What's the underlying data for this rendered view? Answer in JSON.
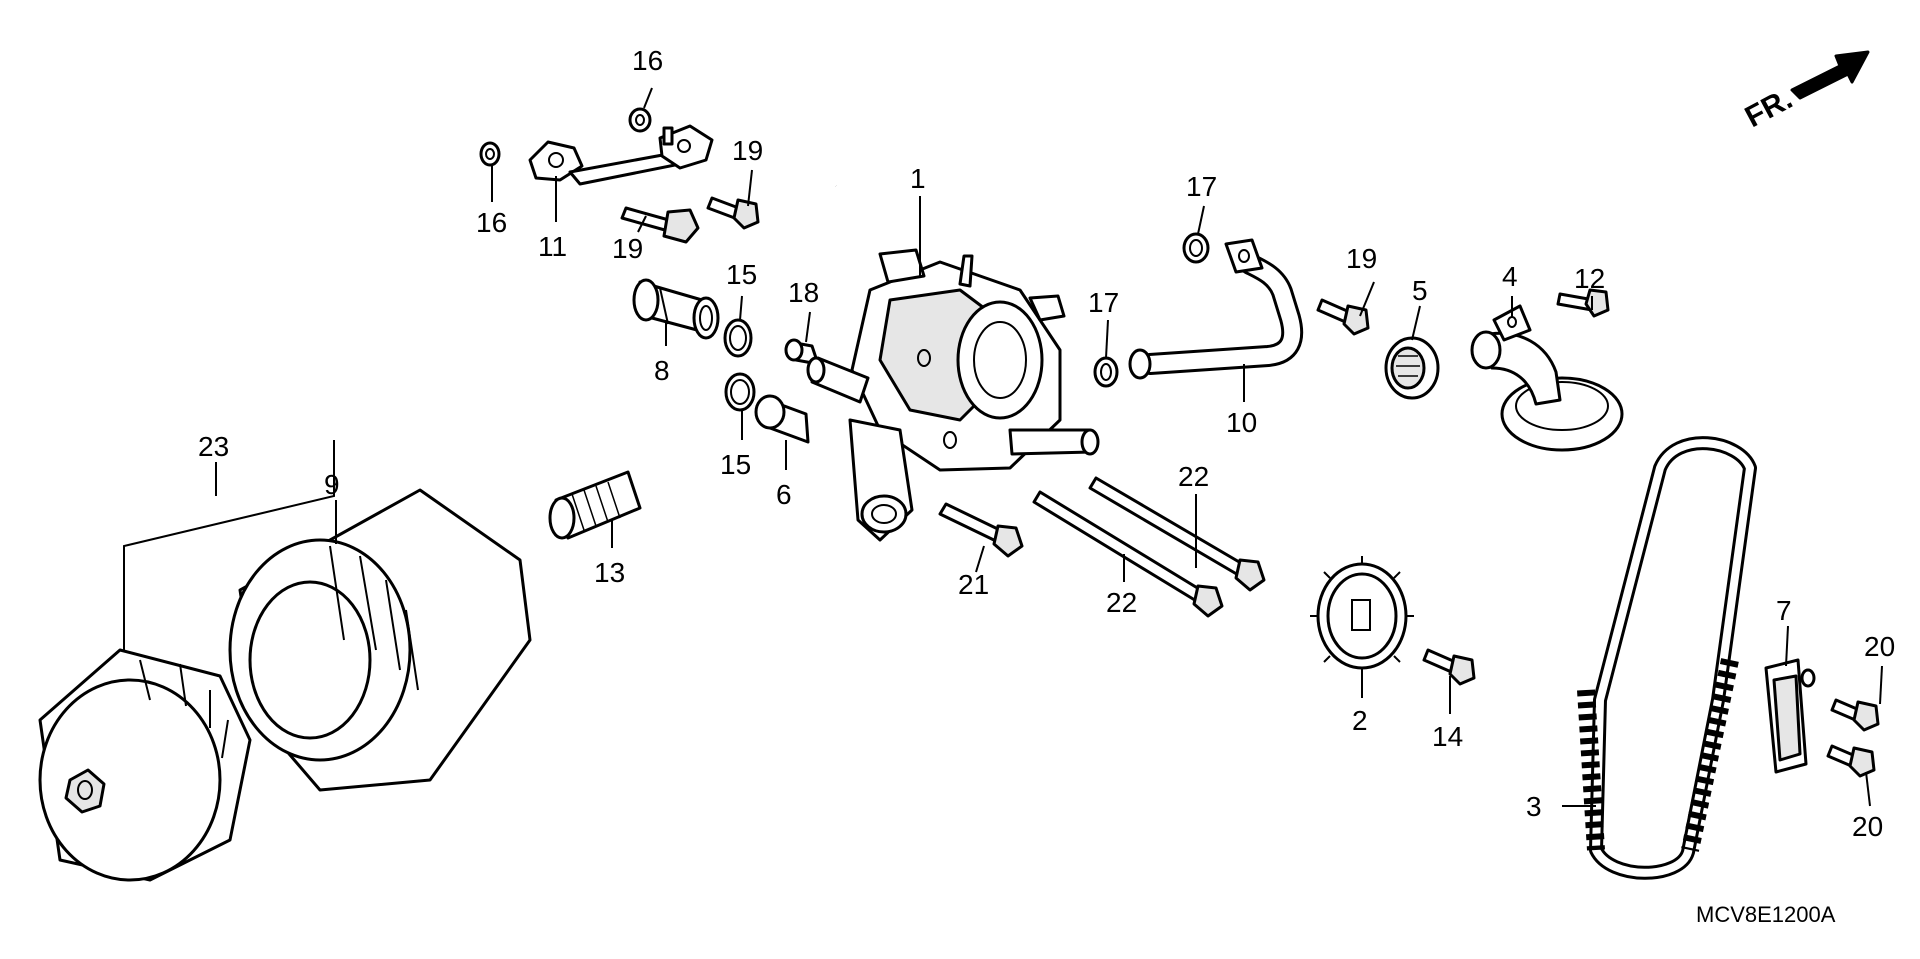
{
  "diagram": {
    "direction_label": "FR.",
    "drawing_code": "MCV8E1200A",
    "callouts": [
      {
        "id": "c1",
        "label": "1"
      },
      {
        "id": "c2",
        "label": "2"
      },
      {
        "id": "c3",
        "label": "3"
      },
      {
        "id": "c4",
        "label": "4"
      },
      {
        "id": "c5",
        "label": "5"
      },
      {
        "id": "c6",
        "label": "6"
      },
      {
        "id": "c7",
        "label": "7"
      },
      {
        "id": "c8",
        "label": "8"
      },
      {
        "id": "c9",
        "label": "9"
      },
      {
        "id": "c10",
        "label": "10"
      },
      {
        "id": "c11",
        "label": "11"
      },
      {
        "id": "c12",
        "label": "12"
      },
      {
        "id": "c13",
        "label": "13"
      },
      {
        "id": "c14",
        "label": "14"
      },
      {
        "id": "c15a",
        "label": "15"
      },
      {
        "id": "c15b",
        "label": "15"
      },
      {
        "id": "c16a",
        "label": "16"
      },
      {
        "id": "c16b",
        "label": "16"
      },
      {
        "id": "c17a",
        "label": "17"
      },
      {
        "id": "c17b",
        "label": "17"
      },
      {
        "id": "c18",
        "label": "18"
      },
      {
        "id": "c19a",
        "label": "19"
      },
      {
        "id": "c19b",
        "label": "19"
      },
      {
        "id": "c19c",
        "label": "19"
      },
      {
        "id": "c20a",
        "label": "20"
      },
      {
        "id": "c20b",
        "label": "20"
      },
      {
        "id": "c21",
        "label": "21"
      },
      {
        "id": "c22a",
        "label": "22"
      },
      {
        "id": "c22b",
        "label": "22"
      },
      {
        "id": "c23",
        "label": "23"
      }
    ]
  }
}
